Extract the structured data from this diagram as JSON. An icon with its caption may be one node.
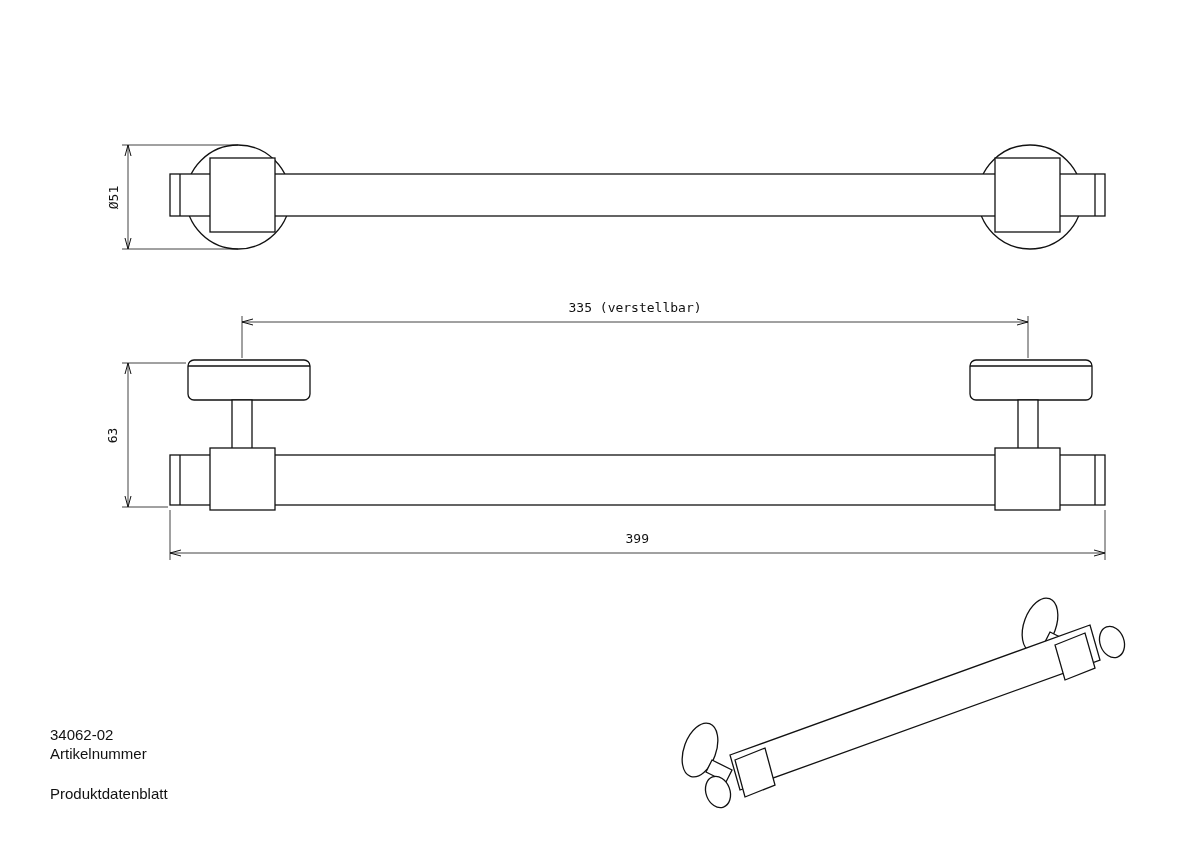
{
  "diagram": {
    "labels": [
      "Ø51",
      "335 (verstellbar)",
      "63",
      "399",
      "34062-02",
      "Artikelnummer",
      "Produktdatenblatt"
    ]
  }
}
